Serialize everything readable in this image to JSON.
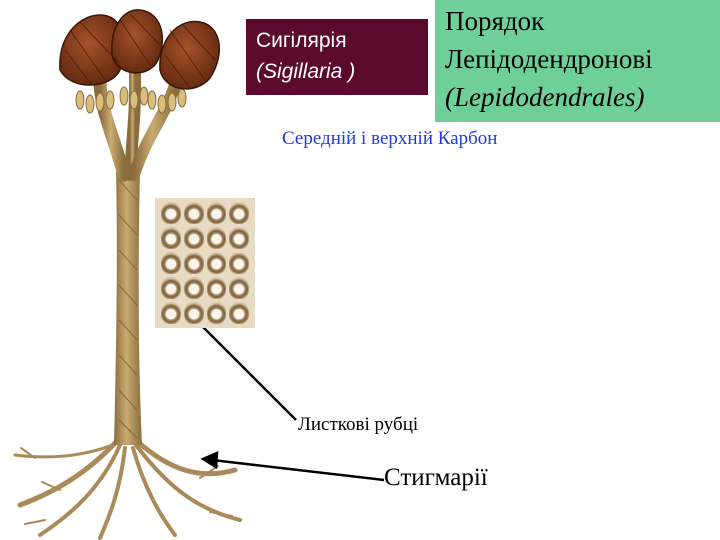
{
  "title_box": {
    "line1": "Сигілярія",
    "line2": "(Sigillaria )"
  },
  "order_box": {
    "line1": "Порядок",
    "line2": "Лепідодендронові",
    "line3": "(Lepidodendrales)"
  },
  "period": "Середній і верхній Карбон",
  "labels": {
    "leaf_scars": "Листкові рубці",
    "stigmaria": "Стигмарії"
  },
  "colors": {
    "title_bg": "#5c0a2c",
    "order_bg": "#6fcf98",
    "period_text": "#1e3bdc",
    "trunk": "#b99a62",
    "cone": "#7a3616"
  }
}
